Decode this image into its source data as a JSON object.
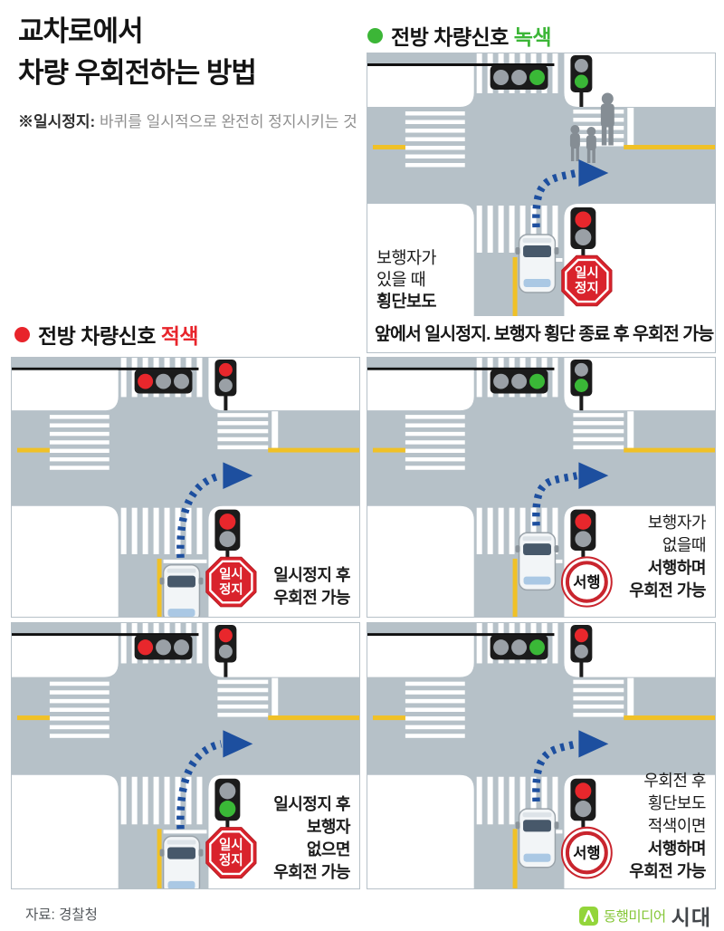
{
  "page": {
    "title_lines": [
      "교차로에서",
      "차량 우회전하는 방법"
    ],
    "note_label": "※일시정지:",
    "note_text": "바퀴를 일시적으로 완전히 정지시키는 것",
    "source": "자료: 경찰청",
    "logo": {
      "media_name": "동행미디어",
      "brand": "시대",
      "badge_icon": "person-icon"
    }
  },
  "colors": {
    "road": "#b6c1c8",
    "accent_green": "#3cb637",
    "accent_red": "#e8242b",
    "arrow_blue": "#1d4f9f",
    "lane_yellow": "#f0c127",
    "sign_red": "#d9232c"
  },
  "sections": [
    {
      "id": "green",
      "dot": "green-dot",
      "title": "전방 차량신호",
      "accent": "녹색"
    },
    {
      "id": "red",
      "dot": "red-dot",
      "title": "전방 차량신호",
      "accent": "적색"
    }
  ],
  "panels": [
    {
      "id": "green-with-pedestrians",
      "lights": {
        "main": [
          "off",
          "off",
          "green"
        ],
        "ped": "green",
        "car": "red"
      },
      "sign": {
        "type": "stop",
        "lines": [
          "일시",
          "정지"
        ]
      },
      "pedestrians": true,
      "left_text": [
        {
          "t": "보행자가",
          "b": false
        },
        {
          "t": "있을 때",
          "b": false
        },
        {
          "t": "횡단보도",
          "b": true
        }
      ],
      "bottom_text": "앞에서 일시정지. 보행자 횡단 종료 후 우회전 가능"
    },
    {
      "id": "red-stop-then-turn",
      "lights": {
        "main": [
          "red",
          "off",
          "off"
        ],
        "ped": "red",
        "car": "red"
      },
      "sign": {
        "type": "stop",
        "lines": [
          "일시",
          "정지"
        ]
      },
      "pedestrians": false,
      "side_text": [
        {
          "t": "일시정지 후",
          "b": true
        },
        {
          "t": "우회전 가능",
          "b": true
        }
      ]
    },
    {
      "id": "red-stop-no-pedestrian",
      "lights": {
        "main": [
          "red",
          "off",
          "off"
        ],
        "ped": "red",
        "car": "green"
      },
      "sign": {
        "type": "stop",
        "lines": [
          "일시",
          "정지"
        ]
      },
      "pedestrians": false,
      "side_text": [
        {
          "t": "일시정지 후",
          "b": true
        },
        {
          "t": "보행자",
          "b": true
        },
        {
          "t": "없으면",
          "b": true
        },
        {
          "t": "우회전 가능",
          "b": true
        }
      ]
    },
    {
      "id": "green-no-pedestrian-slow",
      "lights": {
        "main": [
          "off",
          "off",
          "green"
        ],
        "ped": "green",
        "car": "red"
      },
      "sign": {
        "type": "slow",
        "label": "서행"
      },
      "pedestrians": false,
      "side_text": [
        {
          "t": "보행자가",
          "b": false
        },
        {
          "t": "없을때",
          "b": false
        },
        {
          "t": "서행하며",
          "b": true
        },
        {
          "t": "우회전 가능",
          "b": true
        }
      ]
    },
    {
      "id": "green-after-turn-red-crosswalk",
      "lights": {
        "main": [
          "off",
          "off",
          "green"
        ],
        "ped": "red",
        "car": "red"
      },
      "sign": {
        "type": "slow",
        "label": "서행"
      },
      "pedestrians": false,
      "side_text": [
        {
          "t": "우회전 후",
          "b": false
        },
        {
          "t": "횡단보도",
          "b": false
        },
        {
          "t": "적색이면",
          "b": false
        },
        {
          "t": "서행하며",
          "b": true
        },
        {
          "t": "우회전 가능",
          "b": true
        }
      ]
    }
  ]
}
